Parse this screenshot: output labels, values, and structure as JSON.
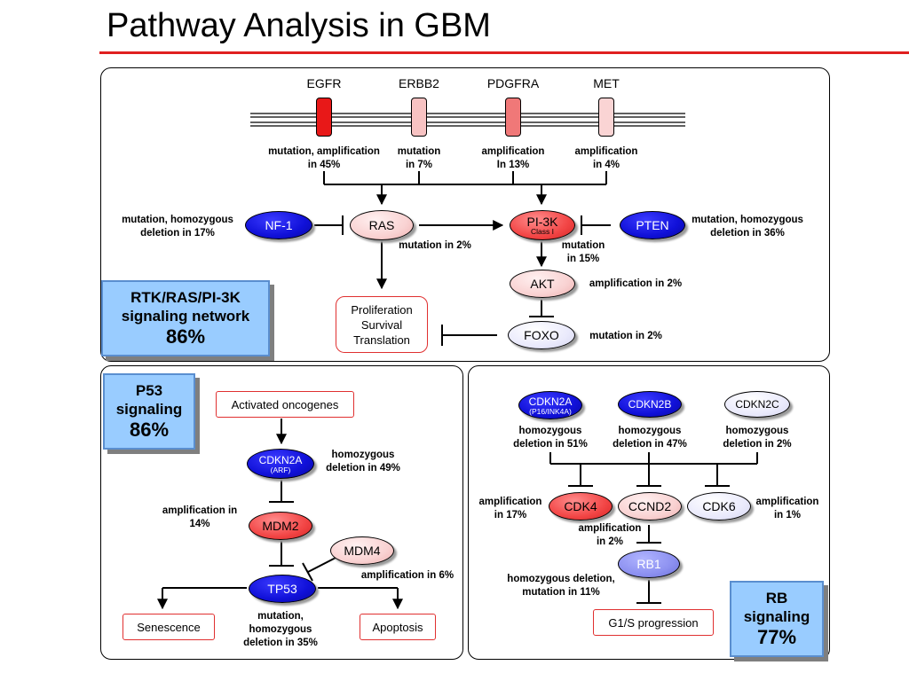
{
  "page_title": "Pathway Analysis in GBM",
  "receptors": [
    {
      "name": "EGFR",
      "note": [
        "mutation, amplification",
        "in 45%"
      ],
      "color": "#e81818"
    },
    {
      "name": "ERBB2",
      "note": [
        "mutation",
        "in 7%"
      ],
      "color": "#f7c2c2"
    },
    {
      "name": "PDGFRA",
      "note": [
        "amplification",
        "In 13%"
      ],
      "color": "#f07878"
    },
    {
      "name": "MET",
      "note": [
        "amplification",
        "in 4%"
      ],
      "color": "#fad4d4"
    }
  ],
  "rtk_panel": {
    "nf1": {
      "label": "NF-1",
      "note": [
        "mutation, homozygous",
        "deletion in 17%"
      ]
    },
    "ras": {
      "label": "RAS",
      "note": "mutation in 2%"
    },
    "pi3k": {
      "label": "PI-3K",
      "sublabel": "Class I",
      "note": [
        "mutation",
        "in 15%"
      ]
    },
    "pten": {
      "label": "PTEN",
      "note": [
        "mutation, homozygous",
        "deletion in 36%"
      ]
    },
    "akt": {
      "label": "AKT",
      "note": "amplification in 2%"
    },
    "foxo": {
      "label": "FOXO",
      "note": "mutation in 2%"
    },
    "outcome": [
      "Proliferation",
      "Survival",
      "Translation"
    ],
    "callout": {
      "title": [
        "RTK/RAS/PI-3K",
        "signaling network"
      ],
      "percent": "86%"
    }
  },
  "p53_panel": {
    "callout": {
      "title": [
        "P53",
        "signaling"
      ],
      "percent": "86%"
    },
    "activated": "Activated oncogenes",
    "cdkn2a": {
      "label": "CDKN2A",
      "sublabel": "(ARF)",
      "note": [
        "homozygous",
        "deletion in 49%"
      ]
    },
    "mdm2": {
      "label": "MDM2",
      "note": [
        "amplification in",
        "14%"
      ]
    },
    "mdm4": {
      "label": "MDM4",
      "note": "amplification in 6%"
    },
    "tp53": {
      "label": "TP53",
      "note": [
        "mutation,",
        "homozygous",
        "deletion in 35%"
      ]
    },
    "senescence": "Senescence",
    "apoptosis": "Apoptosis"
  },
  "rb_panel": {
    "cdkn2a": {
      "label": "CDKN2A",
      "sublabel": "(P16/INK4A)",
      "note": [
        "homozygous",
        "deletion in 51%"
      ]
    },
    "cdkn2b": {
      "label": "CDKN2B",
      "note": [
        "homozygous",
        "deletion in 47%"
      ]
    },
    "cdkn2c": {
      "label": "CDKN2C",
      "note": [
        "homozygous",
        "deletion in 2%"
      ]
    },
    "cdk4": {
      "label": "CDK4",
      "note": [
        "amplification",
        "in 17%"
      ]
    },
    "ccnd2": {
      "label": "CCND2",
      "note": [
        "amplification",
        "in 2%"
      ]
    },
    "cdk6": {
      "label": "CDK6",
      "note": [
        "amplification",
        "in 1%"
      ]
    },
    "rb1": {
      "label": "RB1",
      "note": [
        "homozygous deletion,",
        "mutation in 11%"
      ]
    },
    "g1s": "G1/S progression",
    "callout": {
      "title": [
        "RB",
        "signaling"
      ],
      "percent": "77%"
    }
  }
}
